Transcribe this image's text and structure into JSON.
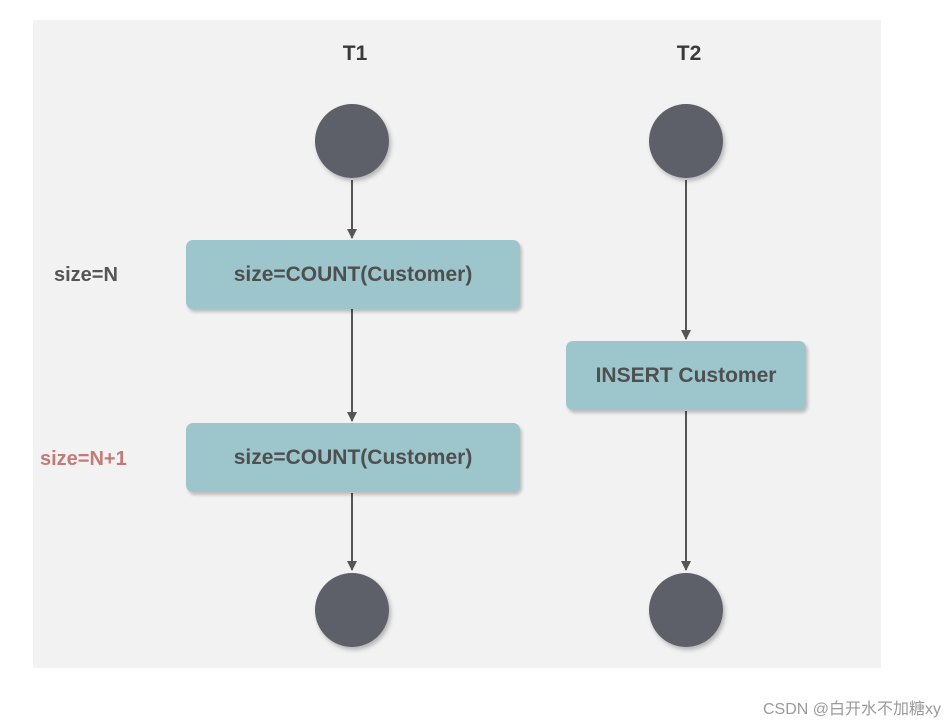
{
  "diagram": {
    "columns": [
      {
        "title": "T1"
      },
      {
        "title": "T2"
      }
    ],
    "t1_steps": [
      {
        "label": "size=COUNT(Customer)"
      },
      {
        "label": "size=COUNT(Customer)"
      }
    ],
    "t2_steps": [
      {
        "label": "INSERT Customer"
      }
    ],
    "side_labels": [
      {
        "text": "size=N",
        "color": "#555555"
      },
      {
        "text": "size=N+1",
        "color": "#c47b78"
      }
    ],
    "colors": {
      "node_fill": "#5d6069",
      "step_fill": "#9cc6cc",
      "arrow": "#555555",
      "background": "#f2f2f2"
    }
  },
  "watermark": "CSDN @白开水不加糖xy"
}
